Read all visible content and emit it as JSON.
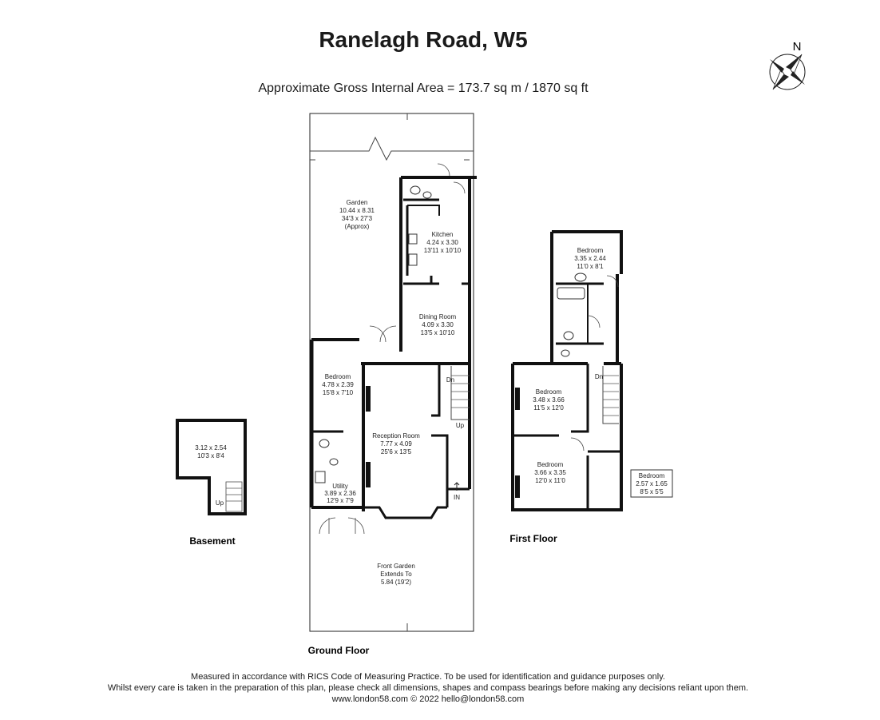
{
  "header": {
    "title": "Ranelagh Road, W5",
    "subtitle": "Approximate Gross Internal Area = 173.7 sq m / 1870 sq ft"
  },
  "compass": {
    "label": "N",
    "icon": "compass-rose-icon"
  },
  "floors": {
    "basement": "Basement",
    "ground": "Ground Floor",
    "first": "First Floor"
  },
  "rooms": {
    "garden": [
      "Garden",
      "10.44 x 8.31",
      "34'3 x 27'3",
      "(Approx)"
    ],
    "kitchen": [
      "Kitchen",
      "4.24 x 3.30",
      "13'11 x 10'10"
    ],
    "dining": [
      "Dining Room",
      "4.09 x 3.30",
      "13'5 x 10'10"
    ],
    "gf_bedroom": [
      "Bedroom",
      "4.78 x 2.39",
      "15'8 x 7'10"
    ],
    "reception": [
      "Reception Room",
      "7.77 x 4.09",
      "25'6 x 13'5"
    ],
    "utility": [
      "Utility",
      "3.89 x 2.36",
      "12'9 x 7'9"
    ],
    "front_garden": [
      "Front Garden",
      "Extends To",
      "5.84 (19'2)"
    ],
    "basement_room": [
      "3.12 x 2.54",
      "10'3 x 8'4"
    ],
    "ff_bedroom_top": [
      "Bedroom",
      "3.35 x 2.44",
      "11'0 x 8'1"
    ],
    "ff_bedroom_mid": [
      "Bedroom",
      "3.48 x 3.66",
      "11'5 x 12'0"
    ],
    "ff_bedroom_bottom": [
      "Bedroom",
      "3.66 x 3.35",
      "12'0 x 11'0"
    ],
    "ff_bedroom_box": [
      "Bedroom",
      "2.57 x 1.65",
      "8'5 x 5'5"
    ]
  },
  "stairs": {
    "up": "Up",
    "down": "Dn",
    "in": "IN"
  },
  "footer": {
    "line1": "Measured in accordance with RICS Code of Measuring Practice. To be used for identification and guidance purposes only.",
    "line2": "Whilst every care is taken in the preparation of this plan, please check all dimensions, shapes and compass bearings before making any decisions reliant upon them.",
    "line3": "www.london58.com © 2022 hello@london58.com"
  }
}
